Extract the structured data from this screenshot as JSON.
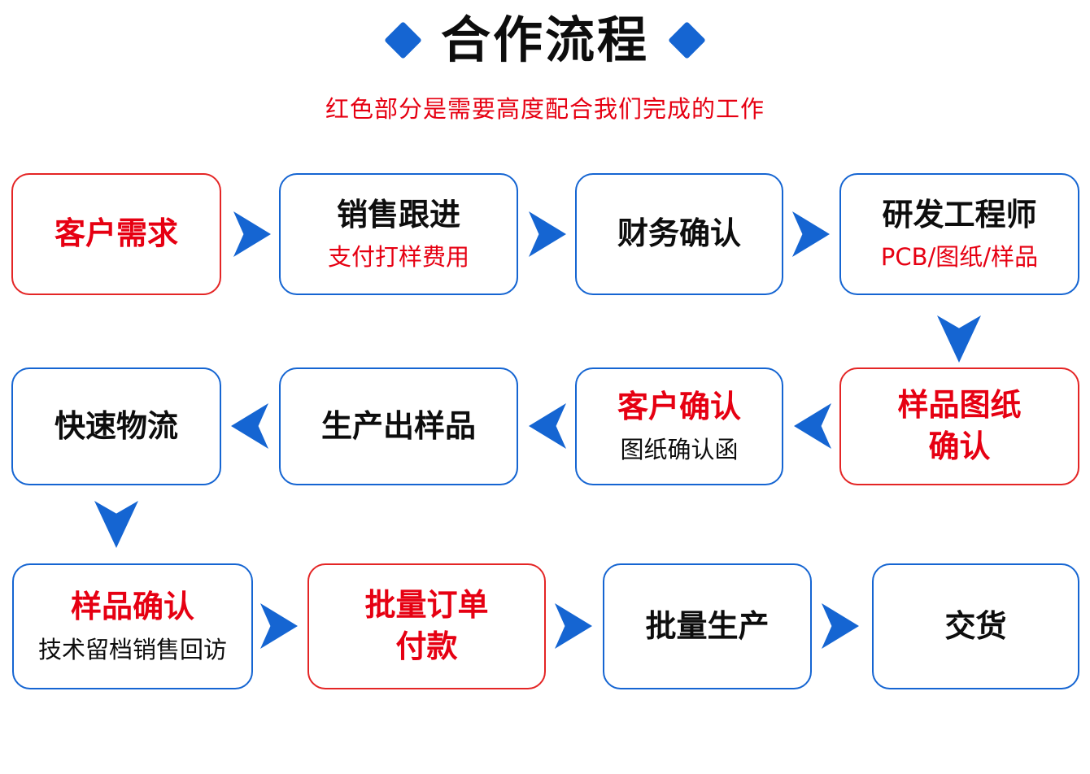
{
  "header": {
    "title": "合作流程",
    "subtitle": "红色部分是需要高度配合我们完成的工作"
  },
  "colors": {
    "blue": "#1565d2",
    "red_text": "#e60012",
    "red_border": "#e42525",
    "black": "#0d0d0d",
    "background": "#ffffff"
  },
  "icons": {
    "title_left": "diamond-icon",
    "title_right": "diamond-icon",
    "flow_arrow": "chevron-arrow-icon"
  },
  "nodes": {
    "customer_demand": {
      "title": "客户需求"
    },
    "sales_followup": {
      "title": "销售跟进",
      "subtitle": "支付打样费用"
    },
    "finance_confirm": {
      "title": "财务确认"
    },
    "rd_engineer": {
      "title": "研发工程师",
      "subtitle": "PCB/图纸/样品"
    },
    "fast_logistics": {
      "title": "快速物流"
    },
    "produce_sample": {
      "title": "生产出样品"
    },
    "customer_confirm": {
      "title": "客户确认",
      "subtitle": "图纸确认函"
    },
    "sample_drawing_confirm": {
      "line1": "样品图纸",
      "line2": "确认"
    },
    "sample_confirm": {
      "title": "样品确认",
      "subtitle": "技术留档销售回访"
    },
    "bulk_order_payment": {
      "line1": "批量订单",
      "line2": "付款"
    },
    "bulk_production": {
      "title": "批量生产"
    },
    "delivery": {
      "title": "交货"
    }
  },
  "flow": {
    "row1": [
      "客户需求",
      "销售跟进",
      "财务确认",
      "研发工程师"
    ],
    "row2_right_to_left": [
      "样品图纸确认",
      "客户确认",
      "生产出样品",
      "快速物流"
    ],
    "row3": [
      "样品确认",
      "批量订单付款",
      "批量生产",
      "交货"
    ]
  }
}
